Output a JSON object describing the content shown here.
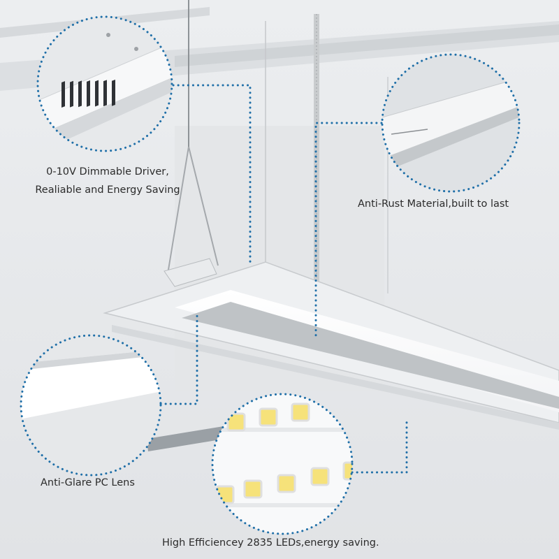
{
  "callouts": {
    "driver": {
      "line1": "0-10V Dimmable Driver,",
      "line2": "Realiable and Energy Saving"
    },
    "rust": {
      "text": "Anti-Rust Material,built to last"
    },
    "lens": {
      "text": "Anti-Glare PC Lens"
    },
    "leds": {
      "text": "High Efficiencey 2835 LEDs,energy saving."
    }
  },
  "colors": {
    "dotted_outline": "#1f6fa8",
    "background": "#e9eaec",
    "fixture_body": "#f2f3f4",
    "led_yellow": "#f6e27a"
  }
}
